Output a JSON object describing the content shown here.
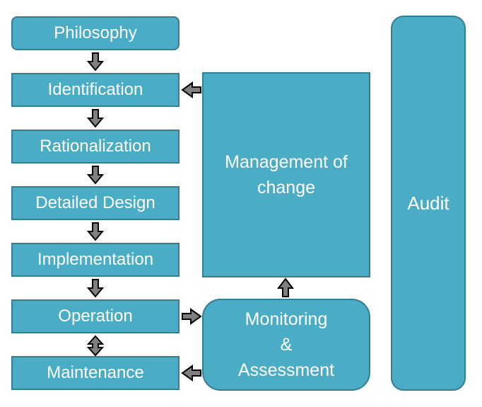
{
  "steps": [
    {
      "label": "Philosophy"
    },
    {
      "label": "Identification"
    },
    {
      "label": "Rationalization"
    },
    {
      "label": "Detailed Design"
    },
    {
      "label": "Implementation"
    },
    {
      "label": "Operation"
    },
    {
      "label": "Maintenance"
    }
  ],
  "management_of_change": {
    "label": "Management of\nchange"
  },
  "monitoring": {
    "label": "Monitoring\n&\nAssessment"
  },
  "audit": {
    "label": "Audit"
  },
  "colors": {
    "box_fill": "#4bacc6",
    "box_border": "#357d91",
    "arrow_fill": "#7f7f7f",
    "arrow_stroke": "#000000"
  }
}
